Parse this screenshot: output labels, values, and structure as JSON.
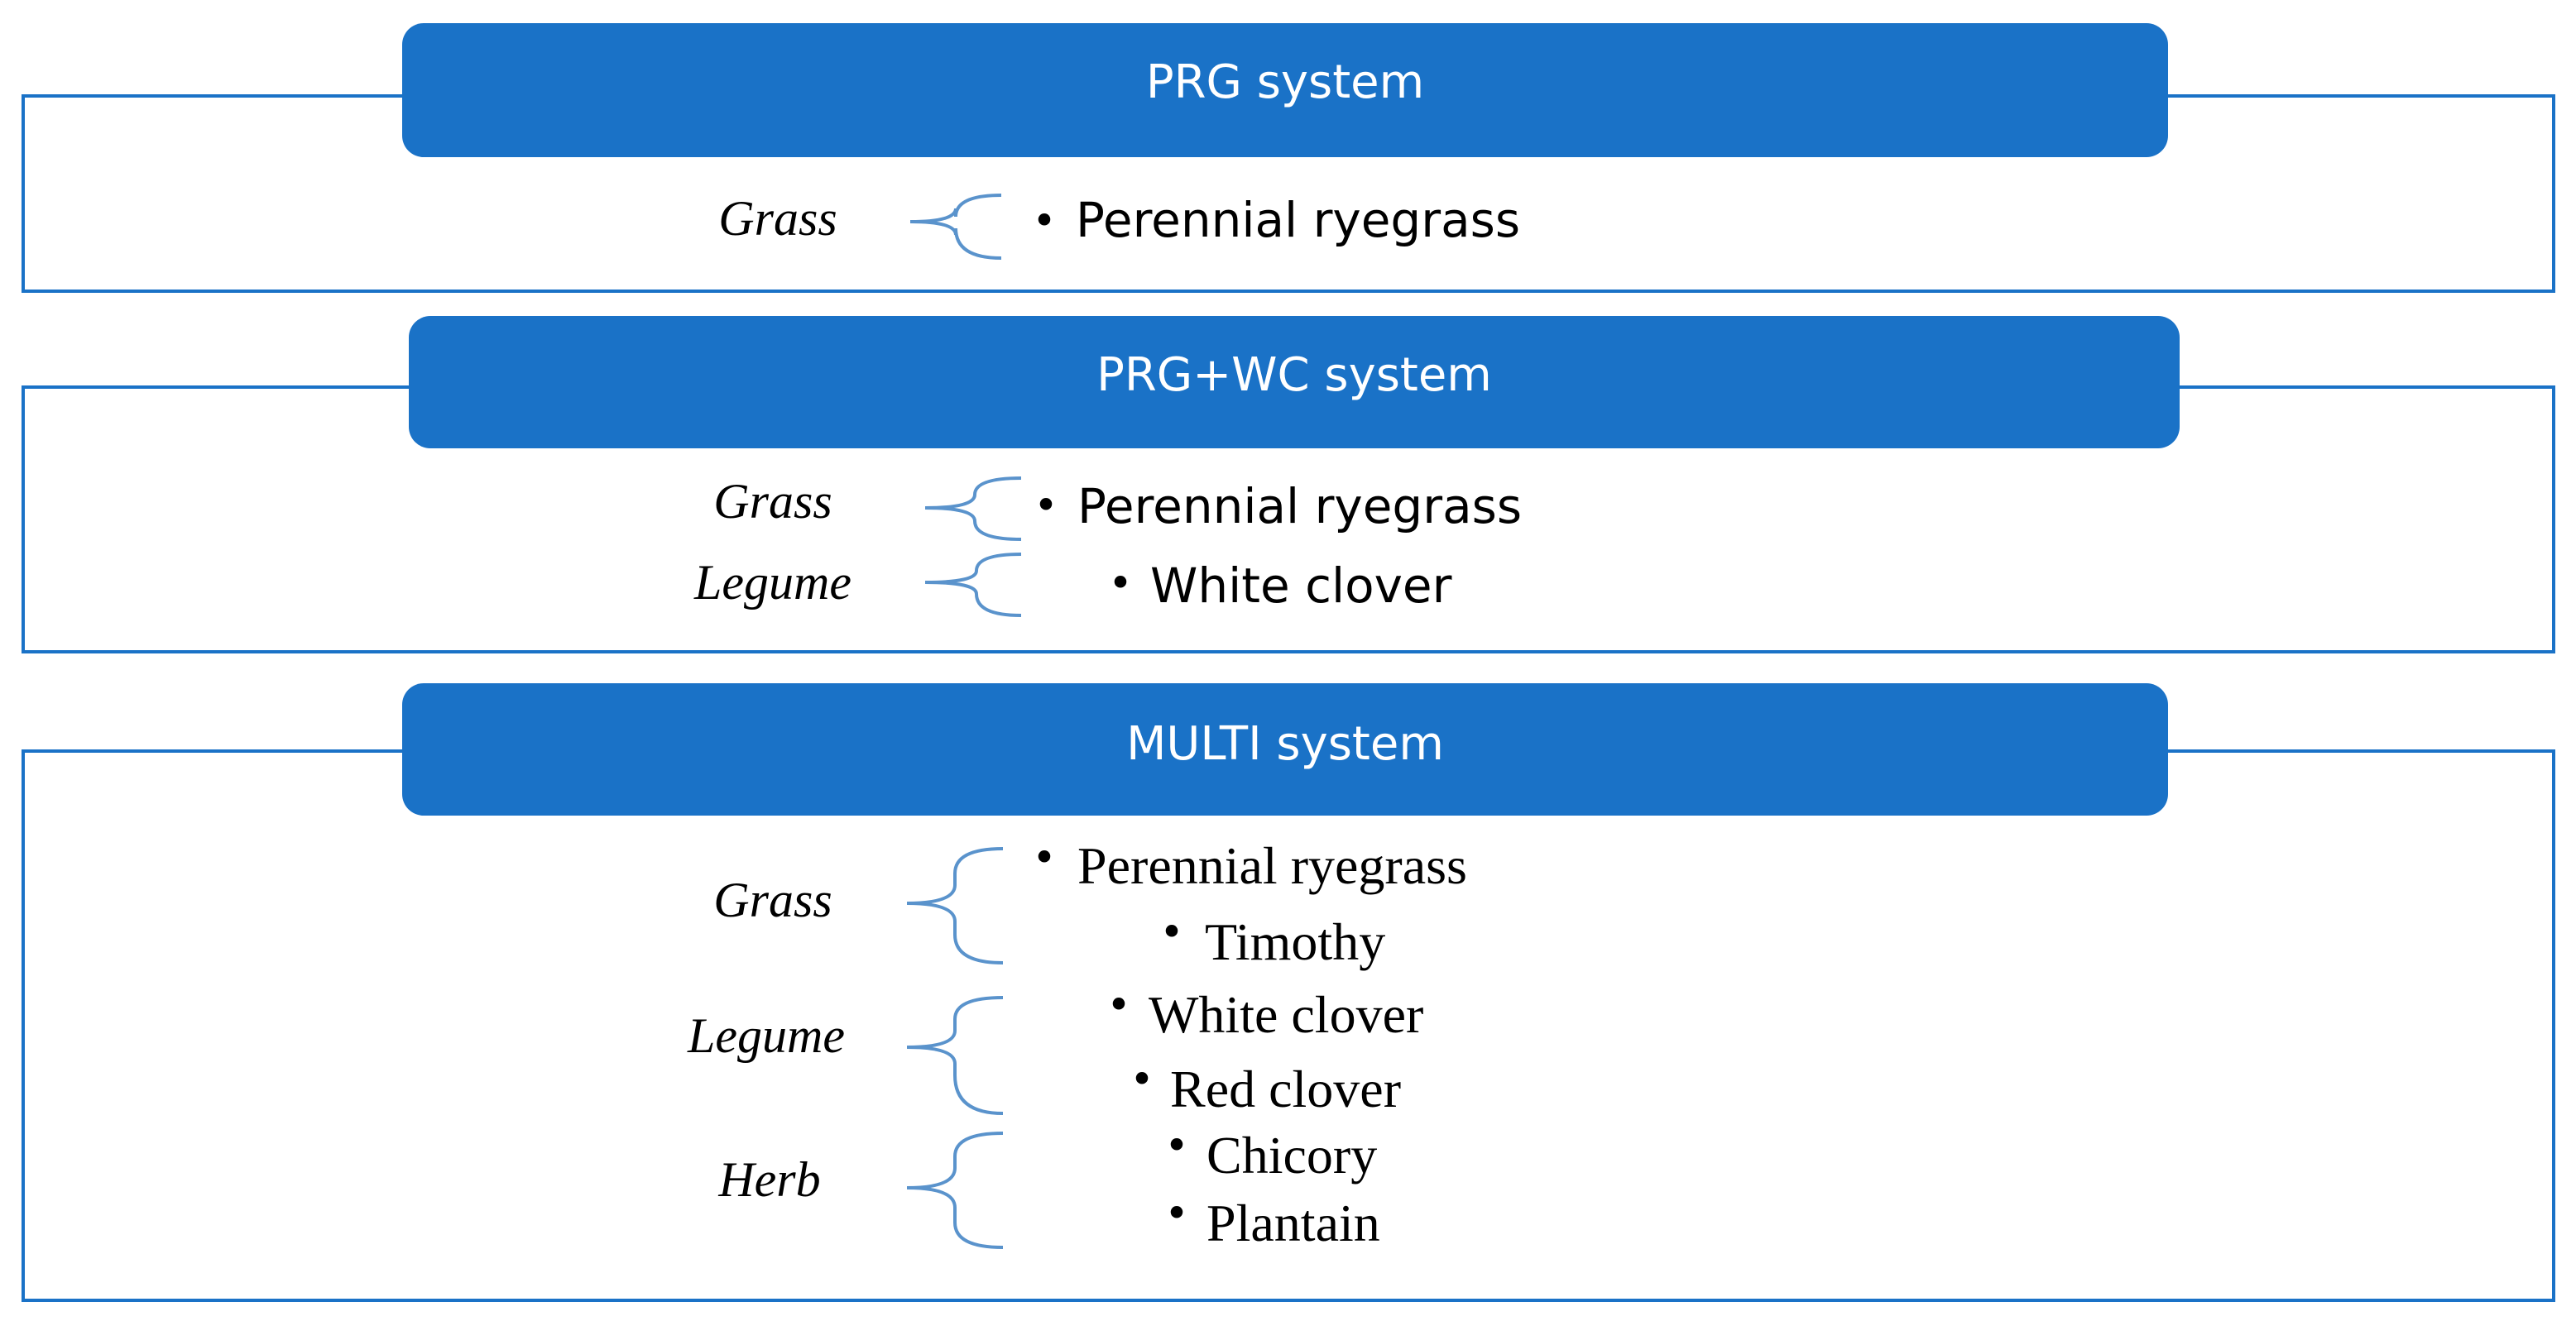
{
  "colors": {
    "header_fill": "#1a72c7",
    "header_text": "#ffffff",
    "frame": "#1a72c7",
    "brace": "#5a93cc",
    "text": "#000000"
  },
  "systems": [
    {
      "title": "PRG system",
      "groups": [
        {
          "label": "Grass",
          "species": [
            "Perennial ryegrass"
          ]
        }
      ]
    },
    {
      "title": "PRG+WC system",
      "groups": [
        {
          "label": "Grass",
          "species": [
            "Perennial ryegrass"
          ]
        },
        {
          "label": "Legume",
          "species": [
            "White clover"
          ]
        }
      ]
    },
    {
      "title": "MULTI system",
      "groups": [
        {
          "label": "Grass",
          "species": [
            "Perennial ryegrass",
            "Timothy"
          ]
        },
        {
          "label": "Legume",
          "species": [
            "White clover",
            "Red clover"
          ]
        },
        {
          "label": "Herb",
          "species": [
            "Chicory",
            "Plantain"
          ]
        }
      ]
    }
  ]
}
